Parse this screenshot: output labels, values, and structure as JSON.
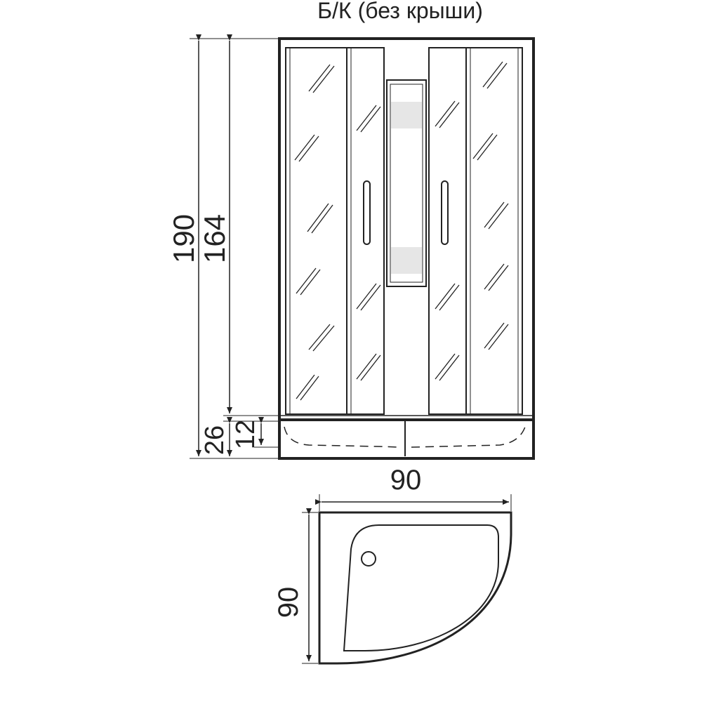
{
  "title": "Б/К (без крыши)",
  "dimensions": {
    "total_height": "190",
    "glass_height": "164",
    "base_height": "26",
    "tray_height": "12",
    "front_width": "90",
    "tray_width": "90",
    "tray_depth": "90"
  },
  "colors": {
    "line": "#222222",
    "background": "#ffffff",
    "panel_band": "#e6e6e6"
  }
}
